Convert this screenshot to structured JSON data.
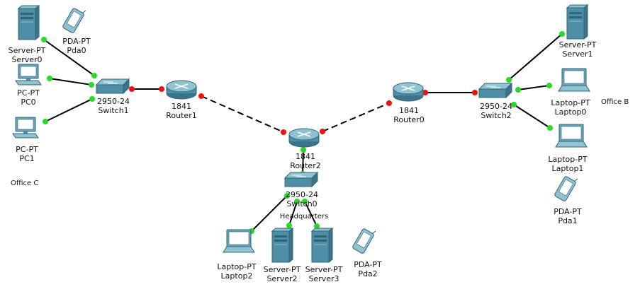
{
  "areas": {
    "office_c": "Office C",
    "office_b": "Office B",
    "headquarters": "Headquarters"
  },
  "devices": {
    "server0": {
      "type": "Server-PT",
      "name": "Server0",
      "icon": "server-icon"
    },
    "pda0": {
      "type": "PDA-PT",
      "name": "Pda0",
      "icon": "pda-icon"
    },
    "pc0": {
      "type": "PC-PT",
      "name": "PC0",
      "icon": "pc-icon"
    },
    "pc1": {
      "type": "PC-PT",
      "name": "PC1",
      "icon": "pc-icon"
    },
    "switch1": {
      "type": "2950-24",
      "name": "Switch1",
      "icon": "switch-icon"
    },
    "router1": {
      "type": "1841",
      "name": "Router1",
      "icon": "router-icon"
    },
    "router2": {
      "type": "1841",
      "name": "Router2",
      "icon": "router-icon"
    },
    "switch0": {
      "type": "2950-24",
      "name": "Switch0",
      "icon": "switch-icon"
    },
    "router0": {
      "type": "1841",
      "name": "Router0",
      "icon": "router-icon"
    },
    "switch2": {
      "type": "2950-24",
      "name": "Switch2",
      "icon": "switch-icon"
    },
    "server1": {
      "type": "Server-PT",
      "name": "Server1",
      "icon": "server-icon"
    },
    "laptop0": {
      "type": "Laptop-PT",
      "name": "Laptop0",
      "icon": "laptop-icon"
    },
    "laptop1": {
      "type": "Laptop-PT",
      "name": "Laptop1",
      "icon": "laptop-icon"
    },
    "pda1": {
      "type": "PDA-PT",
      "name": "Pda1",
      "icon": "pda-icon"
    },
    "laptop2": {
      "type": "Laptop-PT",
      "name": "Laptop2",
      "icon": "laptop-icon"
    },
    "server2": {
      "type": "Server-PT",
      "name": "Server2",
      "icon": "server-icon"
    },
    "server3": {
      "type": "Server-PT",
      "name": "Server3",
      "icon": "server-icon"
    },
    "pda2": {
      "type": "PDA-PT",
      "name": "Pda2",
      "icon": "pda-icon"
    }
  },
  "links": [
    {
      "from": "server0",
      "to": "switch1",
      "kind": "copper",
      "status": "up"
    },
    {
      "from": "pc0",
      "to": "switch1",
      "kind": "copper",
      "status": "up"
    },
    {
      "from": "pc1",
      "to": "switch1",
      "kind": "copper",
      "status": "up"
    },
    {
      "from": "switch1",
      "to": "router1",
      "kind": "copper",
      "status": "down"
    },
    {
      "from": "router1",
      "to": "router2",
      "kind": "serial",
      "status": "down"
    },
    {
      "from": "router2",
      "to": "router0",
      "kind": "serial",
      "status": "down"
    },
    {
      "from": "router0",
      "to": "switch2",
      "kind": "copper",
      "status": "down"
    },
    {
      "from": "switch2",
      "to": "server1",
      "kind": "copper",
      "status": "up"
    },
    {
      "from": "switch2",
      "to": "laptop0",
      "kind": "copper",
      "status": "up"
    },
    {
      "from": "switch2",
      "to": "laptop1",
      "kind": "copper",
      "status": "up"
    },
    {
      "from": "router2",
      "to": "switch0",
      "kind": "copper",
      "status": "up"
    },
    {
      "from": "switch0",
      "to": "laptop2",
      "kind": "copper",
      "status": "up"
    },
    {
      "from": "switch0",
      "to": "server2",
      "kind": "copper",
      "status": "up"
    },
    {
      "from": "switch0",
      "to": "server3",
      "kind": "copper",
      "status": "up"
    }
  ],
  "colors": {
    "link_up": "#22dd22",
    "link_down": "#ee1111",
    "device_body": "#4f8fa6",
    "device_light": "#8fc3d2",
    "device_dark": "#2f6478"
  }
}
